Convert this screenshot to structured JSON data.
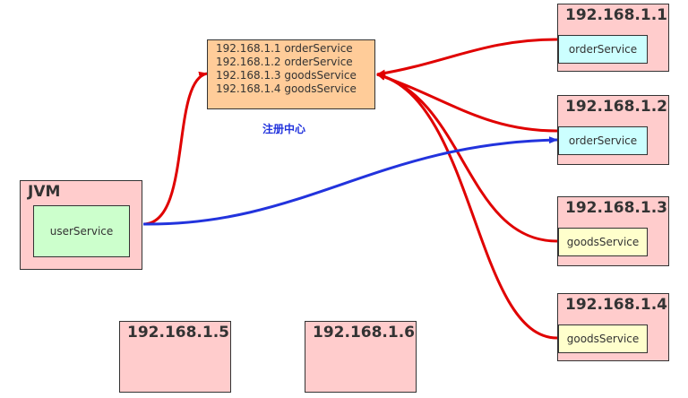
{
  "registry": {
    "entries": [
      "192.168.1.1 orderService",
      "192.168.1.2 orderService",
      "192.168.1.3 goodsService",
      "192.168.1.4 goodsService"
    ],
    "label": "注册中心"
  },
  "jvm": {
    "title": "JVM",
    "service": "userService"
  },
  "hosts": [
    {
      "ip": "192.168.1.1",
      "service": "orderService"
    },
    {
      "ip": "192.168.1.2",
      "service": "orderService"
    },
    {
      "ip": "192.168.1.3",
      "service": "goodsService"
    },
    {
      "ip": "192.168.1.4",
      "service": "goodsService"
    },
    {
      "ip": "192.168.1.5"
    },
    {
      "ip": "192.168.1.6"
    }
  ],
  "colors": {
    "register_arrow": "#e00000",
    "call_arrow": "#2233dd",
    "host_fill": "#ffcccc",
    "order_fill": "#ccffff",
    "goods_fill": "#ffffcc",
    "user_fill": "#ccffcc",
    "registry_fill": "#ffcc99",
    "label_color": "#2233dd"
  }
}
